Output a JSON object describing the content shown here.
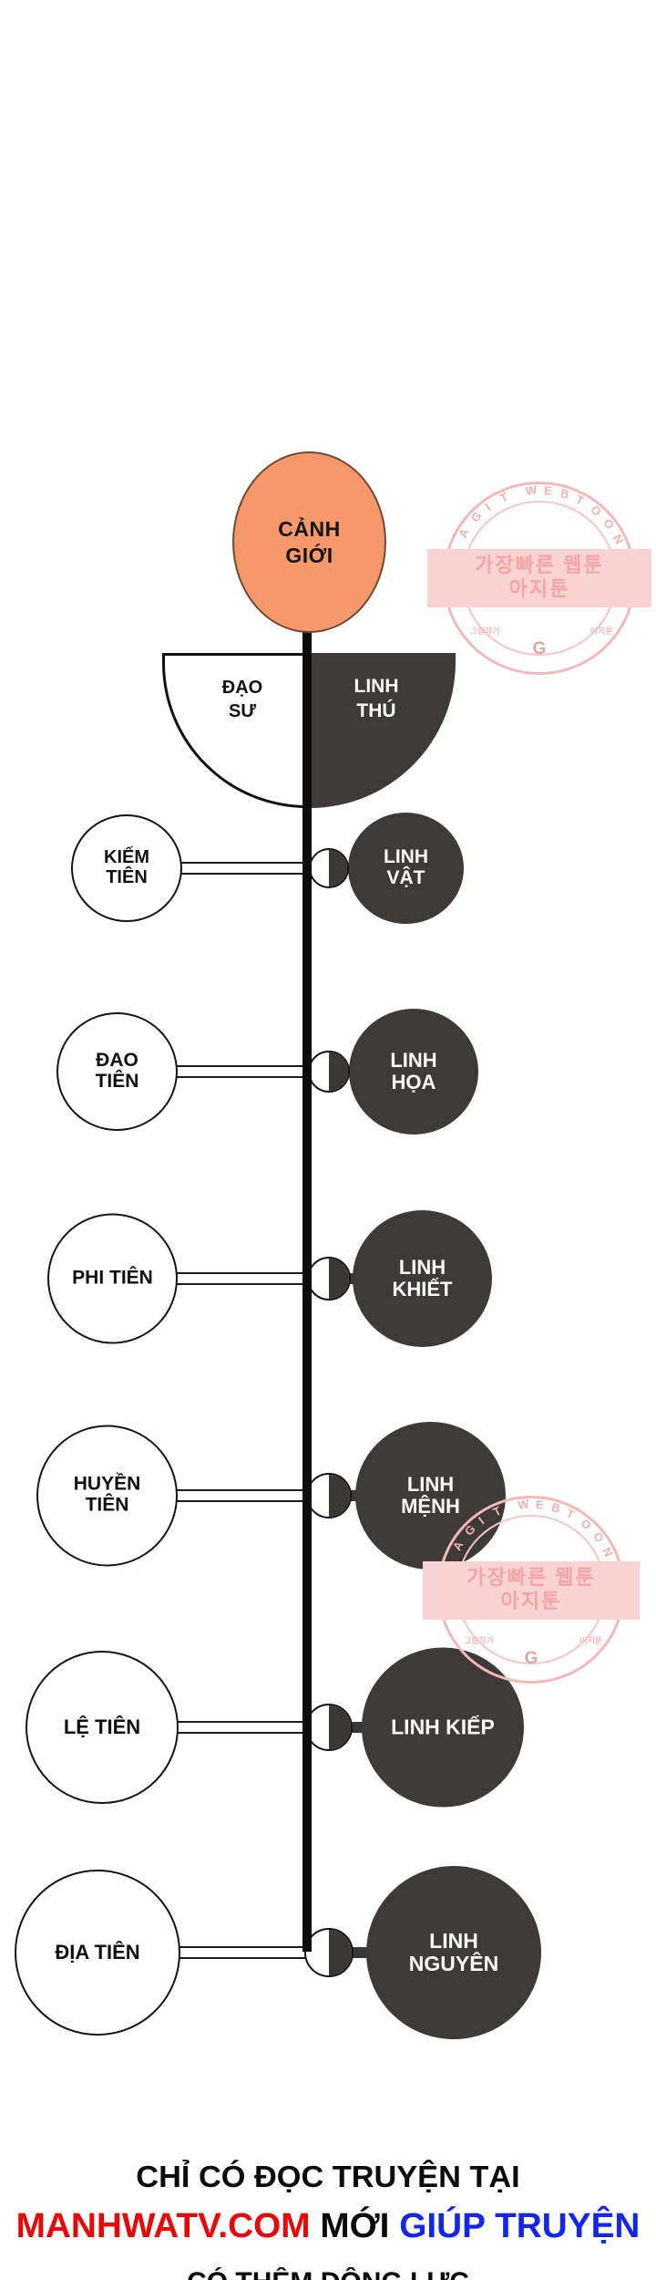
{
  "diagram": {
    "crown": {
      "line1": "CẢNH",
      "line2": "GIỚI",
      "color": "#f6996a"
    },
    "fan": {
      "left": {
        "line1": "ĐẠO",
        "line2": "SƯ"
      },
      "right": {
        "line1": "LINH",
        "line2": "THÚ"
      }
    },
    "rows": [
      {
        "left": {
          "line1": "KIẾM",
          "line2": "TIÊN"
        },
        "right": {
          "line1": "LINH",
          "line2": "VẬT"
        }
      },
      {
        "left": {
          "line1": "ĐAO",
          "line2": "TIÊN"
        },
        "right": {
          "line1": "LINH",
          "line2": "HỌA"
        }
      },
      {
        "left": {
          "line1": "PHI TIÊN",
          "line2": ""
        },
        "right": {
          "line1": "LINH",
          "line2": "KHIẾT"
        }
      },
      {
        "left": {
          "line1": "HUYỀN",
          "line2": "TIÊN"
        },
        "right": {
          "line1": "LINH",
          "line2": "MỆNH"
        }
      },
      {
        "left": {
          "line1": "LỆ TIÊN",
          "line2": ""
        },
        "right": {
          "line1": "LINH KIẾP",
          "line2": ""
        }
      },
      {
        "left": {
          "line1": "ĐỊA TIÊN",
          "line2": ""
        },
        "right": {
          "line1": "LINH",
          "line2": "NGUYÊN"
        }
      }
    ],
    "colors": {
      "dark_circle": "#3e3a37",
      "light_circle": "#ffffff",
      "spine": "#0d0d0d",
      "accent_orange": "#f6996a"
    }
  },
  "watermark": {
    "ring_text": "AGIT WEBTOON",
    "band_line1": "가장빠른 웹툰",
    "band_line2": "아지툰",
    "google_mark": "G",
    "small_left": "그림작가",
    "small_right": "아지툰"
  },
  "promo": {
    "line1": "CHỈ CÓ ĐỌC TRUYỆN TẠI",
    "line2_site": "MANHWATV.COM",
    "line2_mid": "MỚI",
    "line2_tail": "GIÚP TRUYỆN",
    "line3": "CÓ THÊM ĐỘNG LỰC"
  }
}
